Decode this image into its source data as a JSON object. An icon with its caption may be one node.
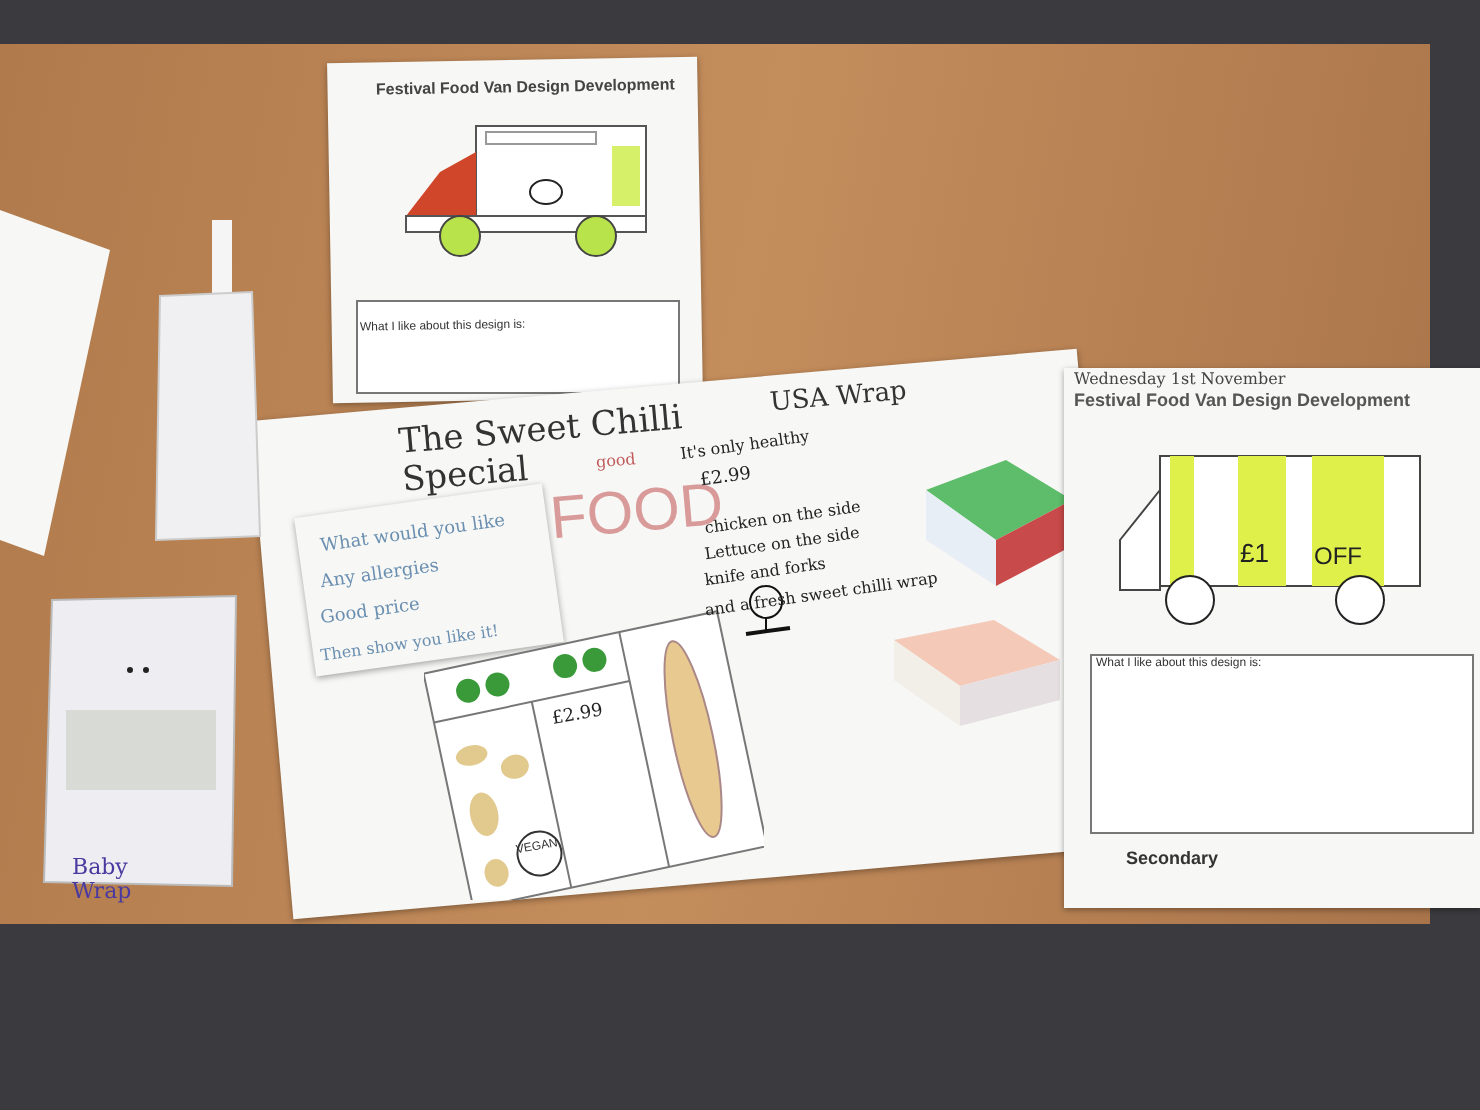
{
  "diagram": {
    "labels": [
      "Festival Food Van Design Development",
      "What I like about this design is:",
      "The Sweet Chilli Special",
      "USA Wrap",
      "What would you like",
      "Any allergies",
      "Good price",
      "Then show you like it!",
      "good",
      "FOOD",
      "It's only healthy",
      "£2.99",
      "chicken on the side",
      "Lettuce on the side",
      "knife and forks",
      "and a fresh sweet chilli wrap",
      "£2.99",
      "VEGAN",
      "Wednesday 1st November",
      "Festival Food Van Design Development",
      "£1",
      "OFF",
      "What I like about this design is:",
      "Secondary",
      "Baby Wrap"
    ]
  }
}
